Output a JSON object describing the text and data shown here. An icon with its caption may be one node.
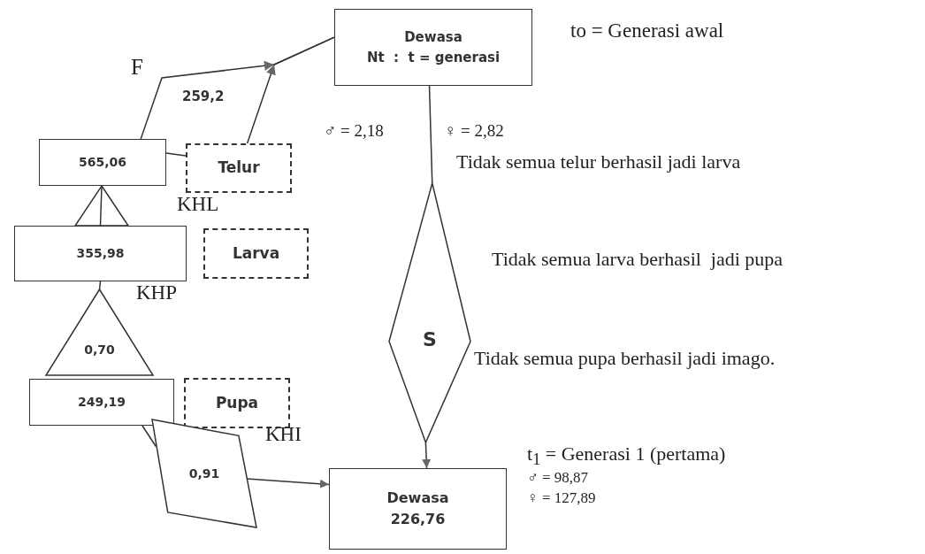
{
  "diagram": {
    "nodes": [
      {
        "text": [
          "Dewasa",
          "Nt  :  t = generasi"
        ]
      },
      {
        "text": [
          "565,06"
        ]
      },
      {
        "text": [
          "Telur"
        ]
      },
      {
        "text": [],
        "shape": "triangle"
      },
      {
        "text": [
          "355,98"
        ]
      },
      {
        "text": [
          "Larva"
        ]
      },
      {
        "text": [
          "0,70"
        ]
      },
      {
        "text": [
          "249,19"
        ]
      },
      {
        "text": [
          "Pupa"
        ]
      },
      {
        "text": [
          "0,91"
        ]
      },
      {
        "text": [
          "S"
        ]
      },
      {
        "text": [
          "Dewasa",
          "226,76"
        ]
      }
    ],
    "edges": [
      {
        "from": 1,
        "to": 0,
        "arrow": "to"
      },
      {
        "from": 2,
        "to": 0,
        "arrow": "to"
      },
      {
        "from": 1,
        "to": 2,
        "arrow": "none"
      },
      {
        "from": 3,
        "to": 4,
        "arrow": "none"
      },
      {
        "from": 4,
        "to": 6,
        "arrow": "none"
      },
      {
        "from": 7,
        "to": 9,
        "arrow": "none"
      },
      {
        "from": 9,
        "to": 11,
        "arrow": "to"
      },
      {
        "from": 0,
        "to": 10,
        "arrow": "none"
      },
      {
        "from": 10,
        "to": 11,
        "arrow": "to"
      }
    ],
    "labels": [
      "to = Generasi awal",
      "F",
      "259,2",
      "♂ = 2,18",
      "♀ = 2,82",
      "Tidak semua telur berhasil jadi larva",
      "KHL",
      "Tidak semua larva berhasil  jadi pupa",
      "KHP",
      "Tidak semua pupa berhasil jadi imago.",
      "KHI",
      "t$_{1}$ = Generasi 1 (pertama)",
      "♂ = 98,87",
      "♀ = 127,89"
    ]
  }
}
